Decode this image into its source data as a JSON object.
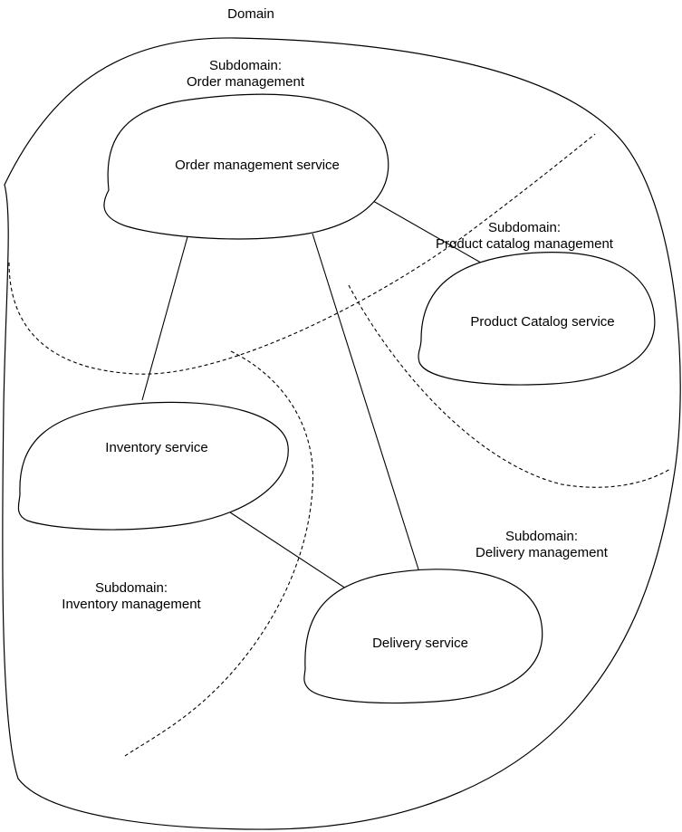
{
  "domain": {
    "label": "Domain"
  },
  "subdomains": {
    "order": {
      "line1": "Subdomain:",
      "line2": "Order management"
    },
    "catalog": {
      "line1": "Subdomain:",
      "line2": "Product catalog management"
    },
    "inventory": {
      "line1": "Subdomain:",
      "line2": "Inventory management"
    },
    "delivery": {
      "line1": "Subdomain:",
      "line2": "Delivery management"
    }
  },
  "services": {
    "order": "Order management service",
    "catalog": "Product Catalog service",
    "inventory": "Inventory service",
    "delivery": "Delivery service"
  },
  "colors": {
    "stroke": "#000000",
    "background": "#ffffff"
  }
}
